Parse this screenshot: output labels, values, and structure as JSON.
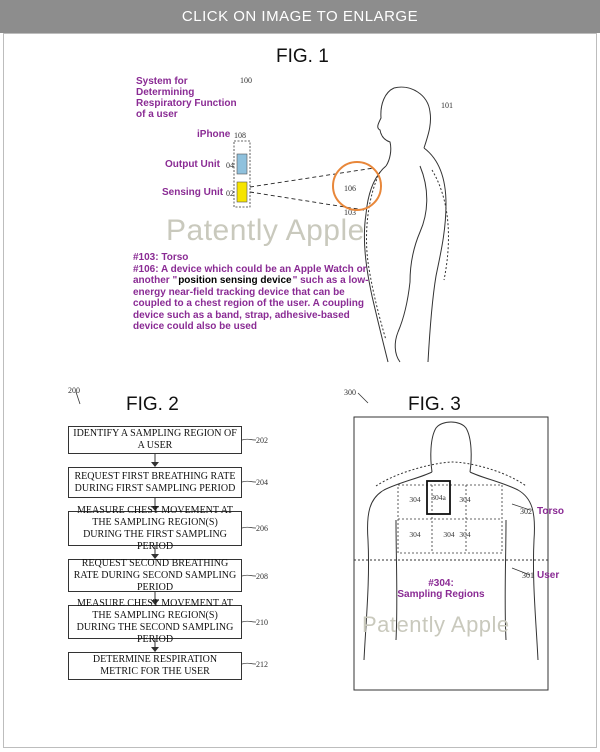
{
  "banner": "CLICK ON IMAGE TO ENLARGE",
  "watermark": "Patently Apple",
  "fig1": {
    "title": "FIG. 1",
    "system_label": "System for Determining Respiratory Function of a user",
    "system_ref": "100",
    "iphone_label": "iPhone",
    "iphone_ref": "108",
    "output_label": "Output Unit",
    "output_ref": "04",
    "sensing_label": "Sensing Unit",
    "sensing_ref": "02",
    "person_ref": "101",
    "device_ref": "106",
    "torso_ref": "103",
    "note_torso": "#103: Torso",
    "note_device_a": "#106: A device which could be an Apple Watch or another \"",
    "note_device_highlight": "position sensing device",
    "note_device_b": "\" such as a low-energy near-field tracking device that can be coupled to a chest region of the user. A coupling  device such as a band, strap, adhesive-based device could also be used",
    "colors": {
      "output_unit": "#8fc1dd",
      "sensing_unit": "#f6e400",
      "circle": "#e8873a",
      "purple": "#8a2b94"
    }
  },
  "fig2": {
    "title": "FIG. 2",
    "ref": "200",
    "steps": [
      {
        "text": "IDENTIFY A SAMPLING REGION OF A USER",
        "ref": "202"
      },
      {
        "text": "REQUEST FIRST BREATHING RATE DURING FIRST SAMPLING PERIOD",
        "ref": "204"
      },
      {
        "text": "MEASURE CHEST MOVEMENT AT THE SAMPLING REGION(S) DURING THE FIRST SAMPLING PERIOD",
        "ref": "206"
      },
      {
        "text": "REQUEST SECOND BREATHING RATE DURING SECOND SAMPLING PERIOD",
        "ref": "208"
      },
      {
        "text": "MEASURE CHEST MOVEMENT AT THE SAMPLING REGION(S) DURING THE SECOND SAMPLING PERIOD",
        "ref": "210"
      },
      {
        "text": "DETERMINE RESPIRATION METRIC FOR THE USER",
        "ref": "212"
      }
    ]
  },
  "fig3": {
    "title": "FIG. 3",
    "ref": "300",
    "torso_ref": "302",
    "torso_label": "Torso",
    "user_ref": "301",
    "user_label": "User",
    "grid": [
      "304",
      "304a",
      "304",
      "304",
      "304",
      "304"
    ],
    "note_title": "#304:",
    "note_text": "Sampling Regions"
  }
}
